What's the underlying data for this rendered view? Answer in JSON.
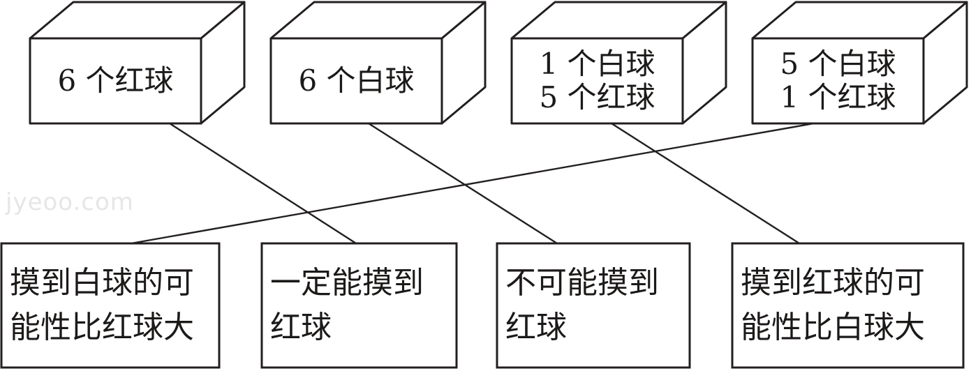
{
  "watermark": "jyeoo.com",
  "boxes": [
    {
      "lines": [
        "6 个红球"
      ]
    },
    {
      "lines": [
        "6 个白球"
      ]
    },
    {
      "lines": [
        "1 个白球",
        "5 个红球"
      ]
    },
    {
      "lines": [
        "5 个白球",
        "1 个红球"
      ]
    }
  ],
  "outcomes": [
    {
      "lines": [
        "摸到白球的可",
        "能性比红球大"
      ]
    },
    {
      "lines": [
        "一定能摸到",
        "红球"
      ]
    },
    {
      "lines": [
        "不可能摸到",
        "红球"
      ]
    },
    {
      "lines": [
        "摸到红球的可",
        "能性比白球大"
      ]
    }
  ],
  "connections": [
    {
      "box": 0,
      "outcome": 1
    },
    {
      "box": 1,
      "outcome": 2
    },
    {
      "box": 2,
      "outcome": 3
    },
    {
      "box": 3,
      "outcome": 0
    }
  ],
  "colors": {
    "stroke": "#231f20",
    "text": "#1c1a19",
    "watermark": "#e6e6e6"
  }
}
